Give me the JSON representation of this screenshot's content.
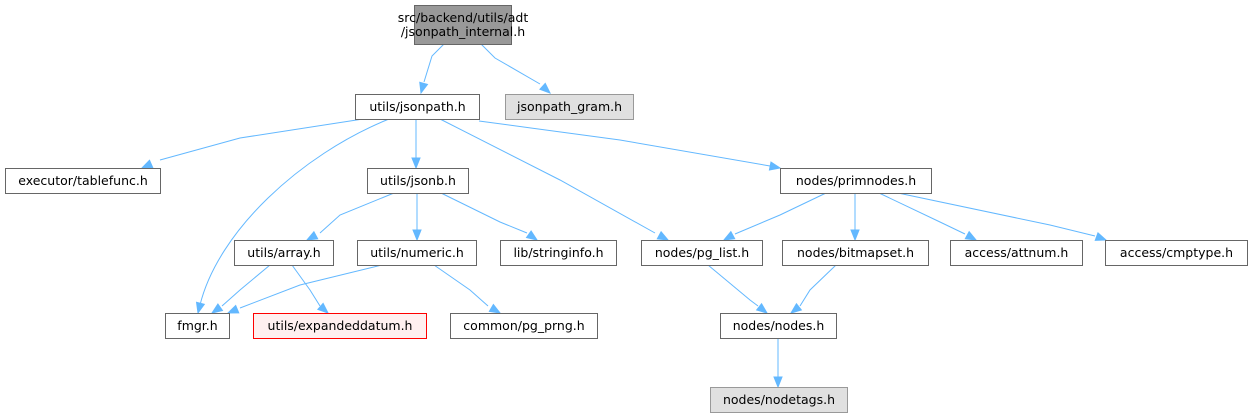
{
  "diagram": {
    "title": "Include dependency graph for src/backend/utils/adt/jsonpath_internal.h",
    "colors": {
      "edge": "#63b8ff",
      "root_fill": "#999999",
      "root_stroke": "#666666",
      "normal_fill": "#ffffff",
      "normal_stroke": "#666666",
      "external_fill": "#e0e0e0",
      "external_stroke": "#999999",
      "missing_fill": "#fff0f0",
      "missing_stroke": "#ff0000"
    },
    "nodes": [
      {
        "id": "root",
        "lines": [
          "src/backend/utils/adt",
          "/jsonpath_internal.h"
        ],
        "style": "root"
      },
      {
        "id": "jsonpath",
        "lines": [
          "utils/jsonpath.h"
        ],
        "style": "normal"
      },
      {
        "id": "jsonpath_gram",
        "lines": [
          "jsonpath_gram.h"
        ],
        "style": "external"
      },
      {
        "id": "tablefunc",
        "lines": [
          "executor/tablefunc.h"
        ],
        "style": "normal"
      },
      {
        "id": "jsonb",
        "lines": [
          "utils/jsonb.h"
        ],
        "style": "normal"
      },
      {
        "id": "primnodes",
        "lines": [
          "nodes/primnodes.h"
        ],
        "style": "normal"
      },
      {
        "id": "array",
        "lines": [
          "utils/array.h"
        ],
        "style": "normal"
      },
      {
        "id": "numeric",
        "lines": [
          "utils/numeric.h"
        ],
        "style": "normal"
      },
      {
        "id": "stringinfo",
        "lines": [
          "lib/stringinfo.h"
        ],
        "style": "normal"
      },
      {
        "id": "pg_list",
        "lines": [
          "nodes/pg_list.h"
        ],
        "style": "normal"
      },
      {
        "id": "bitmapset",
        "lines": [
          "nodes/bitmapset.h"
        ],
        "style": "normal"
      },
      {
        "id": "attnum",
        "lines": [
          "access/attnum.h"
        ],
        "style": "normal"
      },
      {
        "id": "cmptype",
        "lines": [
          "access/cmptype.h"
        ],
        "style": "normal"
      },
      {
        "id": "fmgr",
        "lines": [
          "fmgr.h"
        ],
        "style": "normal"
      },
      {
        "id": "expandeddatum",
        "lines": [
          "utils/expandeddatum.h"
        ],
        "style": "missing"
      },
      {
        "id": "pg_prng",
        "lines": [
          "common/pg_prng.h"
        ],
        "style": "normal"
      },
      {
        "id": "nodes",
        "lines": [
          "nodes/nodes.h"
        ],
        "style": "normal"
      },
      {
        "id": "nodetags",
        "lines": [
          "nodes/nodetags.h"
        ],
        "style": "external"
      }
    ],
    "edges": [
      {
        "from": "root",
        "to": "jsonpath"
      },
      {
        "from": "root",
        "to": "jsonpath_gram"
      },
      {
        "from": "jsonpath",
        "to": "tablefunc"
      },
      {
        "from": "jsonpath",
        "to": "fmgr"
      },
      {
        "from": "jsonpath",
        "to": "jsonb"
      },
      {
        "from": "jsonpath",
        "to": "pg_list"
      },
      {
        "from": "jsonpath",
        "to": "primnodes"
      },
      {
        "from": "jsonb",
        "to": "array"
      },
      {
        "from": "jsonb",
        "to": "numeric"
      },
      {
        "from": "jsonb",
        "to": "stringinfo"
      },
      {
        "from": "array",
        "to": "fmgr"
      },
      {
        "from": "array",
        "to": "expandeddatum"
      },
      {
        "from": "numeric",
        "to": "fmgr"
      },
      {
        "from": "numeric",
        "to": "pg_prng"
      },
      {
        "from": "primnodes",
        "to": "pg_list"
      },
      {
        "from": "primnodes",
        "to": "bitmapset"
      },
      {
        "from": "primnodes",
        "to": "attnum"
      },
      {
        "from": "primnodes",
        "to": "cmptype"
      },
      {
        "from": "pg_list",
        "to": "nodes"
      },
      {
        "from": "bitmapset",
        "to": "nodes"
      },
      {
        "from": "nodes",
        "to": "nodetags"
      }
    ]
  }
}
